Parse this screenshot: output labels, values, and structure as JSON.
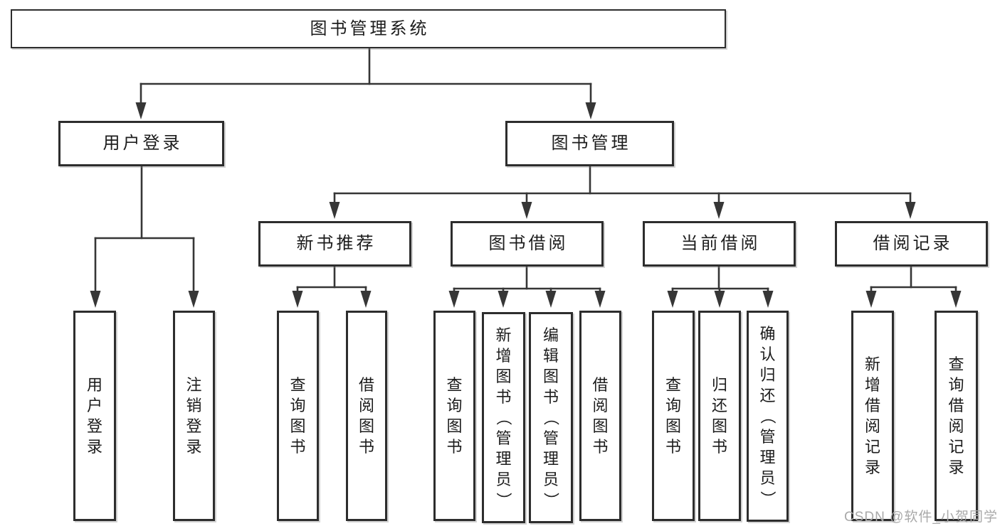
{
  "diagram_title": "图书管理系统",
  "colors": {
    "background": "#ffffff",
    "line": "#363636",
    "box_border": "#2d2d2d",
    "text": "#1c1c1c",
    "watermark": "#a9a9a9"
  },
  "nodes": {
    "root": "图书管理系统",
    "user_login": "用户登录",
    "book_mgmt": "图书管理",
    "new_book_rec": "新书推荐",
    "book_borrow": "图书借阅",
    "current_borrow": "当前借阅",
    "borrow_record": "借阅记录",
    "leaf_user_login": "用户登录",
    "leaf_logout": "注销登录",
    "leaf_query_book_newrec": "查询图书",
    "leaf_borrow_book_newrec": "借阅图书",
    "leaf_query_book_borrow": "查询图书",
    "leaf_add_book_admin": "新增图书（管理员）",
    "leaf_edit_book_admin": "编辑图书（管理员）",
    "leaf_borrow_book_borrow": "借阅图书",
    "leaf_query_book_current": "查询图书",
    "leaf_return_book": "归还图书",
    "leaf_confirm_return_admin": "确认归还（管理员）",
    "leaf_add_borrow_record": "新增借阅记录",
    "leaf_query_borrow_record": "查询借阅记录"
  },
  "hierarchy": {
    "图书管理系统": {
      "用户登录": [
        "用户登录",
        "注销登录"
      ],
      "图书管理": {
        "新书推荐": [
          "查询图书",
          "借阅图书"
        ],
        "图书借阅": [
          "查询图书",
          "新增图书（管理员）",
          "编辑图书（管理员）",
          "借阅图书"
        ],
        "当前借阅": [
          "查询图书",
          "归还图书",
          "确认归还（管理员）"
        ],
        "借阅记录": [
          "新增借阅记录",
          "查询借阅记录"
        ]
      }
    }
  },
  "watermark": {
    "text": "CSDN @软件_小贺同学"
  }
}
